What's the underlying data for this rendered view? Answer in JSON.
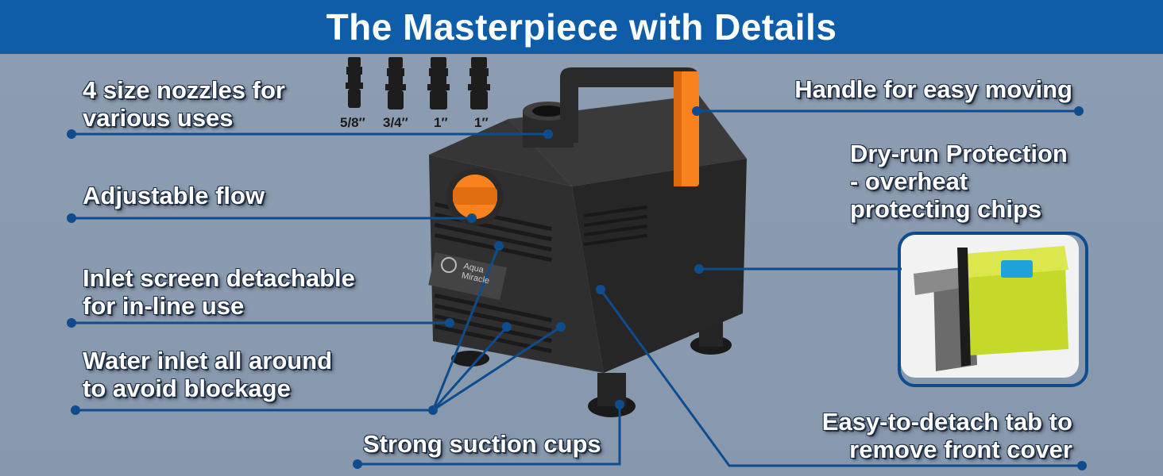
{
  "banner": {
    "title": "The Masterpiece with Details"
  },
  "features": {
    "nozzles": {
      "line1": "4 size nozzles for",
      "line2": "various uses"
    },
    "flow": {
      "line1": "Adjustable flow"
    },
    "inlet_screen": {
      "line1": "Inlet screen detachable",
      "line2": "for in-line use"
    },
    "water_inlet": {
      "line1": "Water inlet all around",
      "line2": "to avoid blockage"
    },
    "suction": {
      "line1": "Strong suction cups"
    },
    "handle": {
      "line1": "Handle for easy moving"
    },
    "dryrun": {
      "line1": "Dry-run Protection",
      "line2": "- overheat",
      "line3": "protecting chips"
    },
    "tab": {
      "line1": "Easy-to-detach tab to",
      "line2": "remove front cover"
    }
  },
  "nozzle_sizes": [
    "5/8″",
    "3/4″",
    "1″",
    "1″"
  ],
  "brand": {
    "line1": "Aqua",
    "line2": "Miracle"
  },
  "colors": {
    "banner": "#0f5ca8",
    "background": "#8a9bb0",
    "line": "#0f4c8e",
    "accent": "#f7821e",
    "pump": "#2b2b2b"
  }
}
